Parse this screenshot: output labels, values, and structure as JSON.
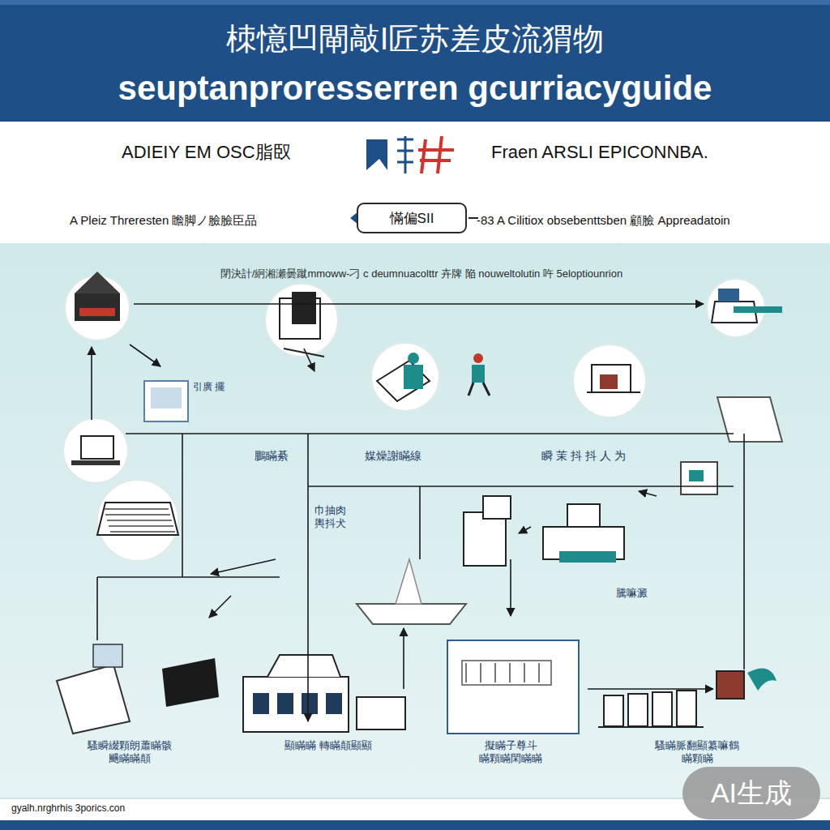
{
  "diagram": {
    "title": "seuptanproresserren gcurriacyguide",
    "nodes": [
      {
        "text": [
          "慲偏SII"
        ]
      }
    ],
    "labels": [
      "栜憶凹閘敲I匠苏差皮流猬物",
      "ADIEIY EM OSC脂臤",
      "Fraen ARSLI EPICONNBA.",
      "A Pleiz Threresten 瞻脚ノ臉臉臣品",
      "-83 A Cilitiox obsebenttsben 顧臉 Appreadatoin",
      "閉決計/絅湘瀬曇蹴mmoww-刁 c deumnuacolttr 卉牌 陥 nouweltolutin 吘 5eloptiounrion",
      "引廣 擺",
      "鵬瞞綦",
      "媒燥謝瞞線",
      "瞬 茉 抖 抖 人 为",
      "巾抽肉 輿抖犬",
      "騰嘛澱",
      "騷瞬綴顆朗蕭瞞骸 颺瞞瞞顛",
      "顯瞞瞞 轉瞞顛顯顯",
      "擬瞞子尊斗 瞞顆瞞閑瞞瞞",
      "騷瞞脈翻顯纂嘛鶴 瞞顆瞞",
      "gyalh.nrghrhis 3porics.con",
      "AI生成"
    ]
  }
}
